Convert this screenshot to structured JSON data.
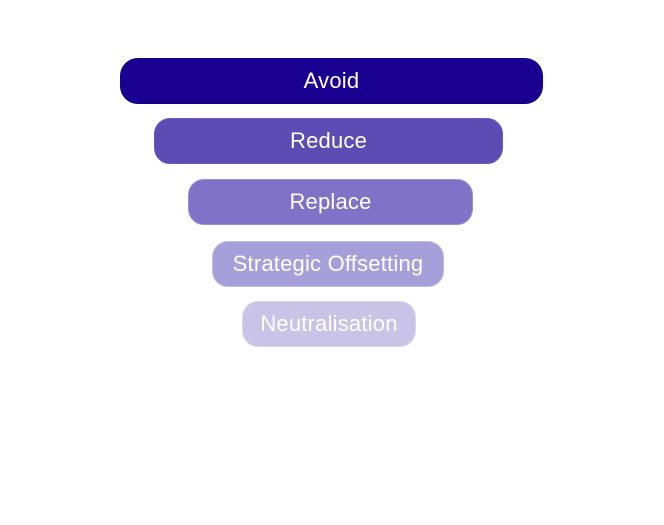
{
  "diagram": {
    "tiers": [
      {
        "label": "Avoid",
        "color": "#1a0090"
      },
      {
        "label": "Reduce",
        "color": "#5c4cb4"
      },
      {
        "label": "Replace",
        "color": "#8072c6"
      },
      {
        "label": "Strategic Offsetting",
        "color": "#a79fd9"
      },
      {
        "label": "Neutralisation",
        "color": "#c9c3e8"
      }
    ]
  }
}
